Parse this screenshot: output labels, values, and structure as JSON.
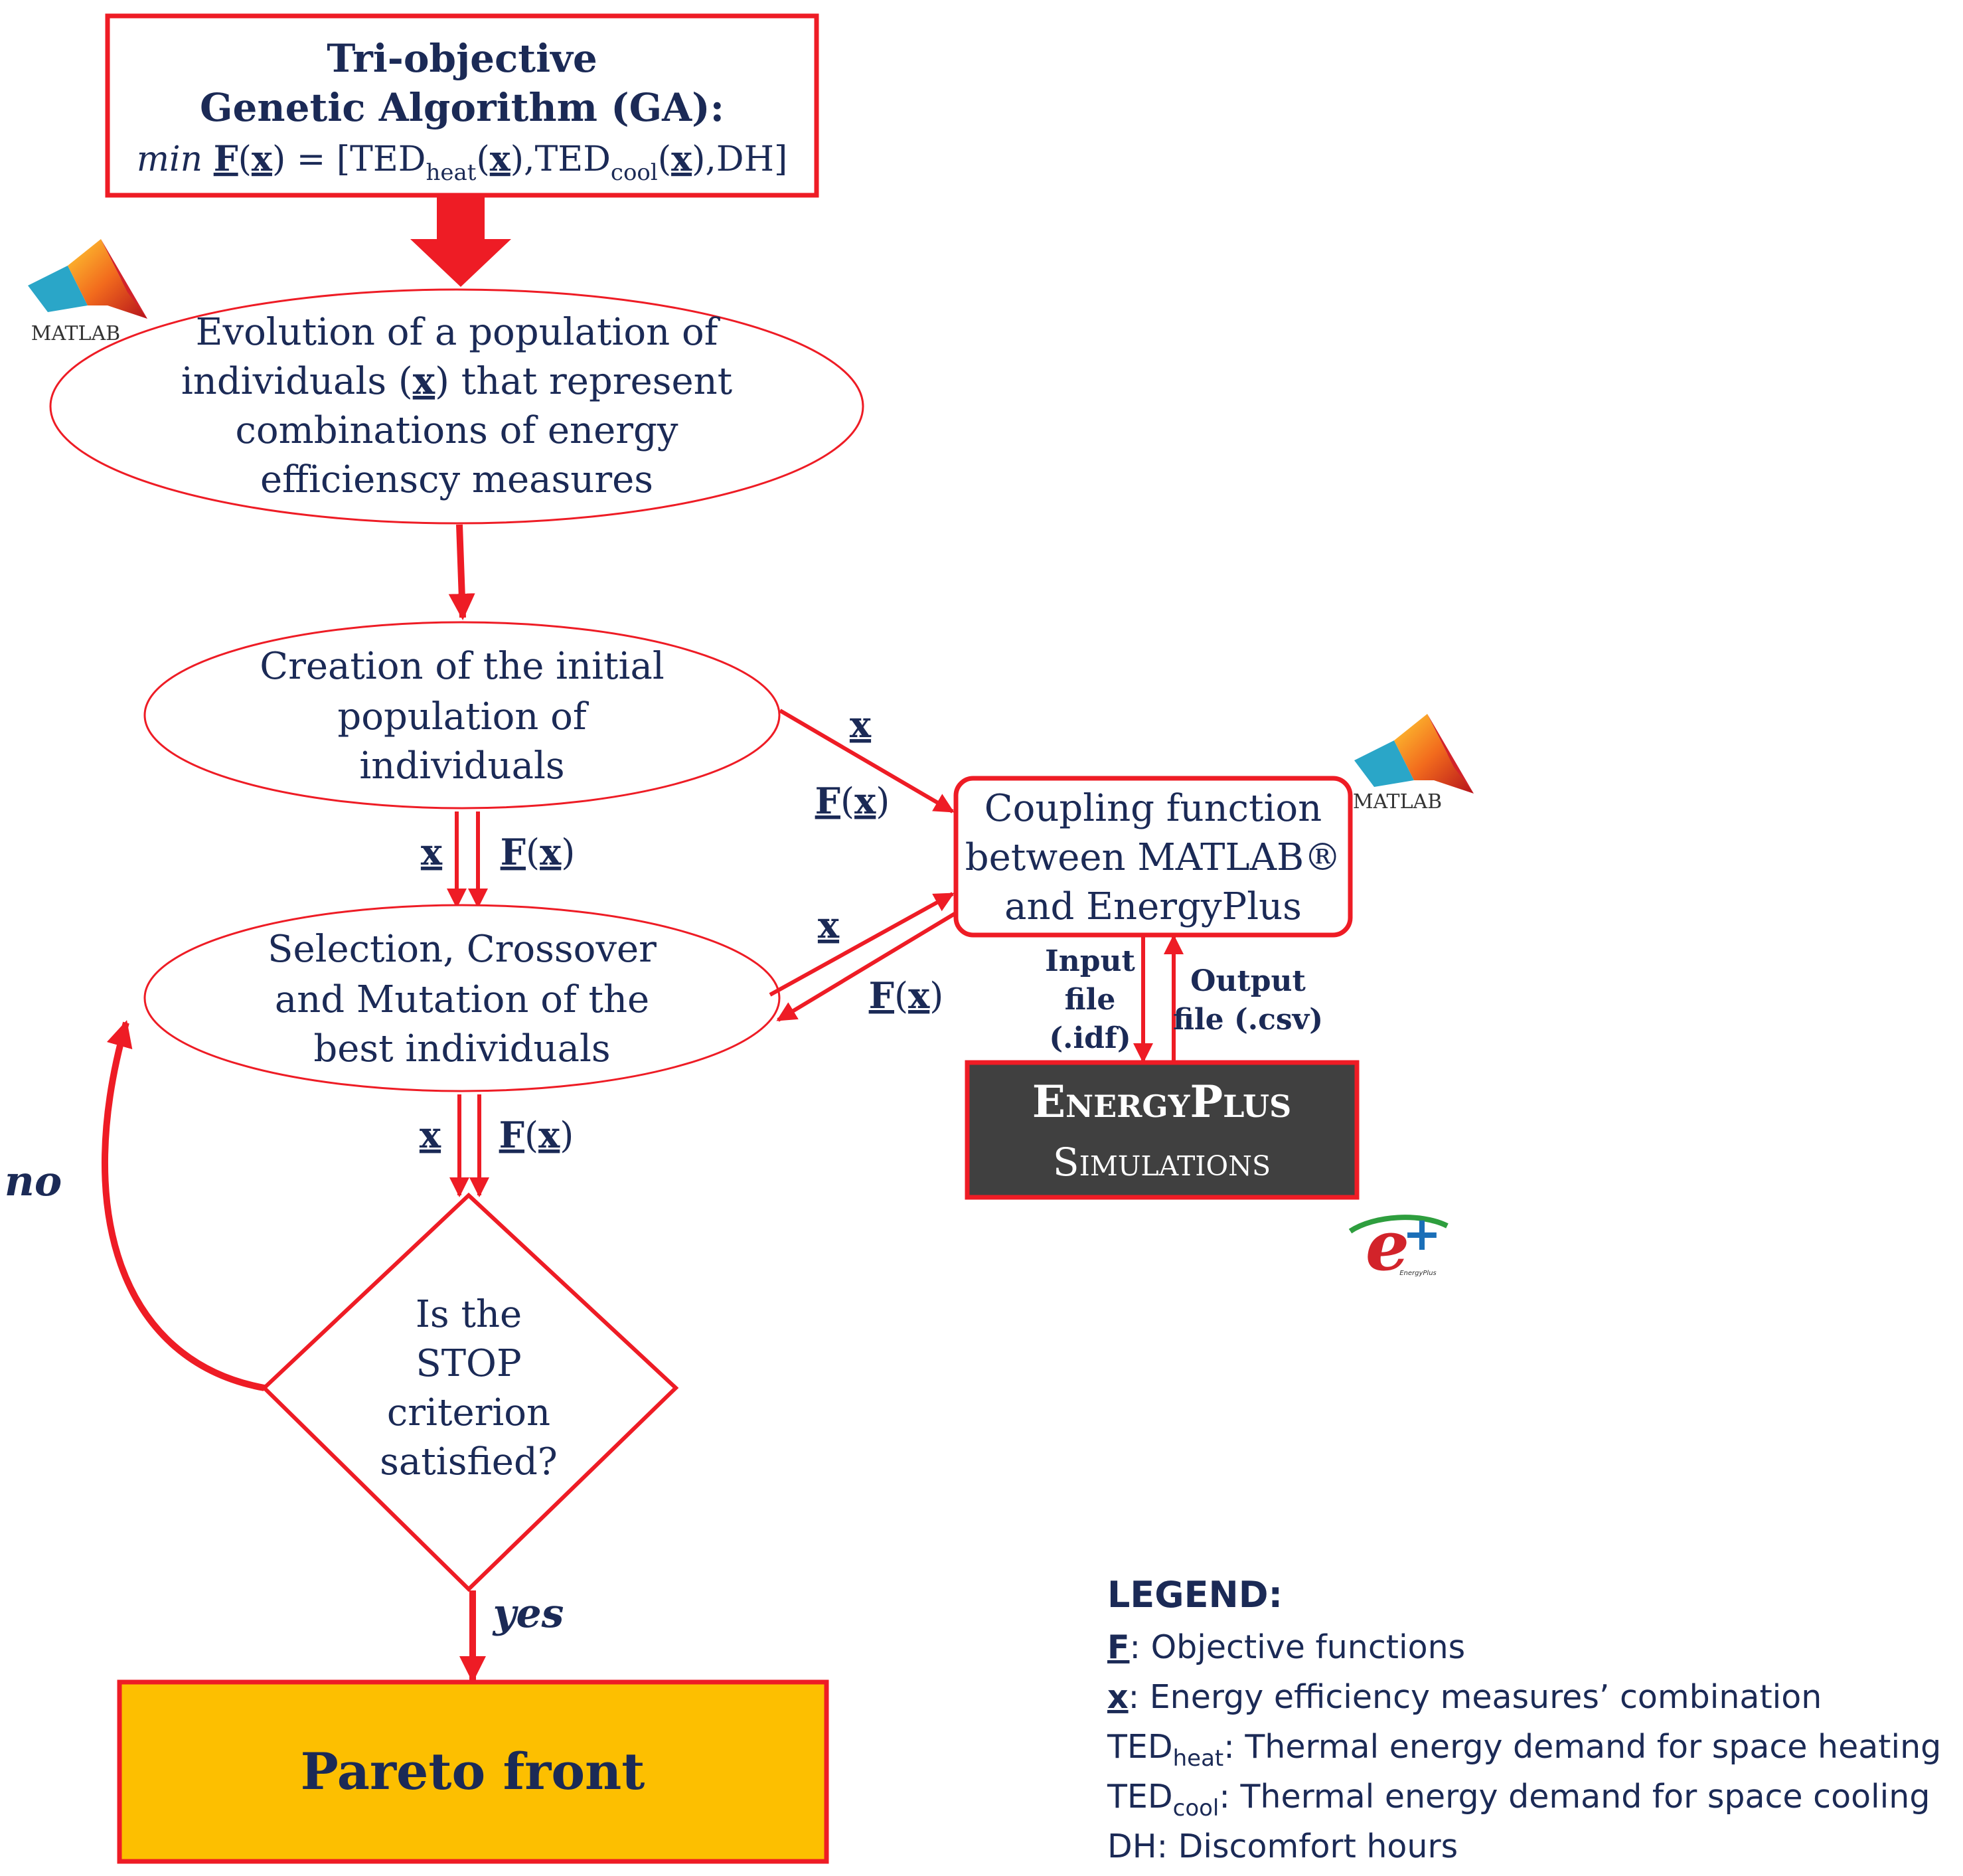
{
  "top_box": {
    "line1": "Tri-objective",
    "line2": "Genetic Algorithm (GA):",
    "formula": {
      "min": "min",
      "F": "F",
      "x": "x",
      "eq_open": " = [TED",
      "heat_sub": "heat",
      "cool_sub": "cool",
      "ted": "TED",
      "dh_close": ",DH]"
    }
  },
  "evolution_ellipse": {
    "lines": [
      "Evolution of a population of",
      "individuals (x) that represent",
      "combinations of energy",
      "efficienscy measures"
    ]
  },
  "creation_ellipse": {
    "lines": [
      "Creation of the initial",
      "population of",
      "individuals"
    ]
  },
  "selection_ellipse": {
    "lines": [
      "Selection, Crossover",
      "and Mutation of the",
      "best individuals"
    ]
  },
  "decision_diamond": {
    "lines": [
      "Is the",
      "STOP",
      "criterion",
      "satisfied?"
    ]
  },
  "pareto_box": {
    "label": "Pareto front",
    "fill": "#fdbf00"
  },
  "coupling_box": {
    "lines": [
      "Coupling function",
      "between MATLAB®",
      "and EnergyPlus"
    ]
  },
  "energyplus_box": {
    "line1": "EnergyPlus",
    "line2": "Simulations",
    "fill": "#404040"
  },
  "edge_labels": {
    "x": "x",
    "Fx": "F(x)",
    "F": "F",
    "no": "no",
    "yes": "yes",
    "input_file": [
      "Input",
      "file",
      "(.idf)"
    ],
    "output_file": [
      "Output",
      "file (.csv)"
    ]
  },
  "logos": {
    "matlab_label": "MATLAB",
    "energyplus_small": "EnergyPlus"
  },
  "legend": {
    "title": "LEGEND:",
    "items": [
      {
        "key": "F",
        "text": ": Objective functions"
      },
      {
        "key": "x",
        "text": ": Energy efficiency measures’ combination"
      },
      {
        "key": "TED",
        "sub": "heat",
        "text": ": Thermal energy demand for space heating"
      },
      {
        "key": "TED",
        "sub": "cool",
        "text": ": Thermal energy demand for space cooling"
      },
      {
        "key": "DH",
        "text": ": Discomfort hours"
      }
    ]
  },
  "colors": {
    "accent_red": "#ee1c25",
    "text_navy": "#1b2a56"
  }
}
